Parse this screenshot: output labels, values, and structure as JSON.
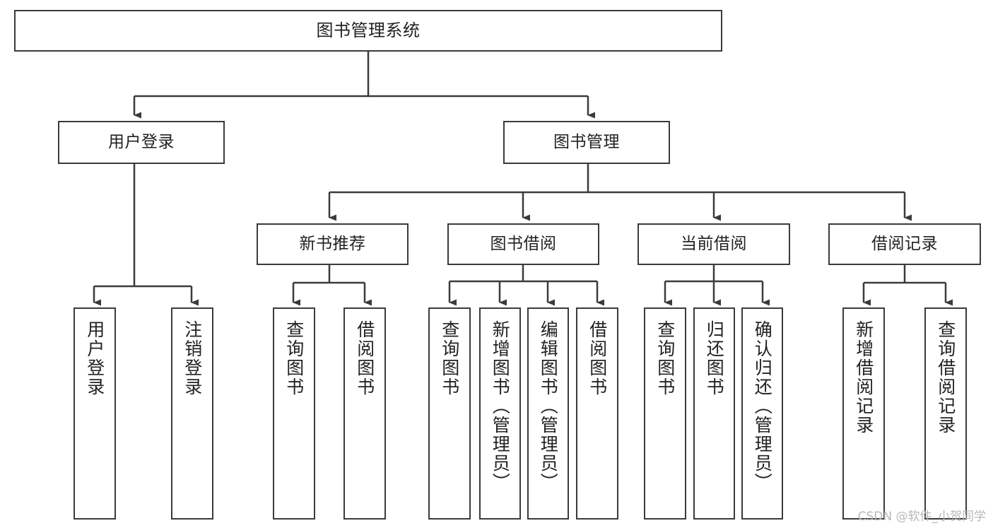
{
  "diagram": {
    "title": "图书管理系统",
    "type": "tree-hierarchy-chart",
    "watermark": "CSDN @软件_小贺同学",
    "colors": {
      "stroke": "#3b3b3b",
      "background": "#ffffff",
      "text": "#222222",
      "watermark": "#b8b8b8"
    },
    "nodes": {
      "root": {
        "label": "图书管理系统"
      },
      "level2": [
        {
          "label": "用户登录"
        },
        {
          "label": "图书管理"
        }
      ],
      "level3": [
        {
          "label": "新书推荐"
        },
        {
          "label": "图书借阅"
        },
        {
          "label": "当前借阅"
        },
        {
          "label": "借阅记录"
        }
      ],
      "leaves_user_login": [
        {
          "label": "用户登录"
        },
        {
          "label": "注销登录"
        }
      ],
      "leaves_new_book": [
        {
          "label": "查询图书"
        },
        {
          "label": "借阅图书"
        }
      ],
      "leaves_borrow": [
        {
          "label": "查询图书"
        },
        {
          "label": "新增图书（管理员）"
        },
        {
          "label": "编辑图书（管理员）"
        },
        {
          "label": "借阅图书"
        }
      ],
      "leaves_current": [
        {
          "label": "查询图书"
        },
        {
          "label": "归还图书"
        },
        {
          "label": "确认归还（管理员）"
        }
      ],
      "leaves_record": [
        {
          "label": "新增借阅记录"
        },
        {
          "label": "查询借阅记录"
        }
      ]
    }
  }
}
